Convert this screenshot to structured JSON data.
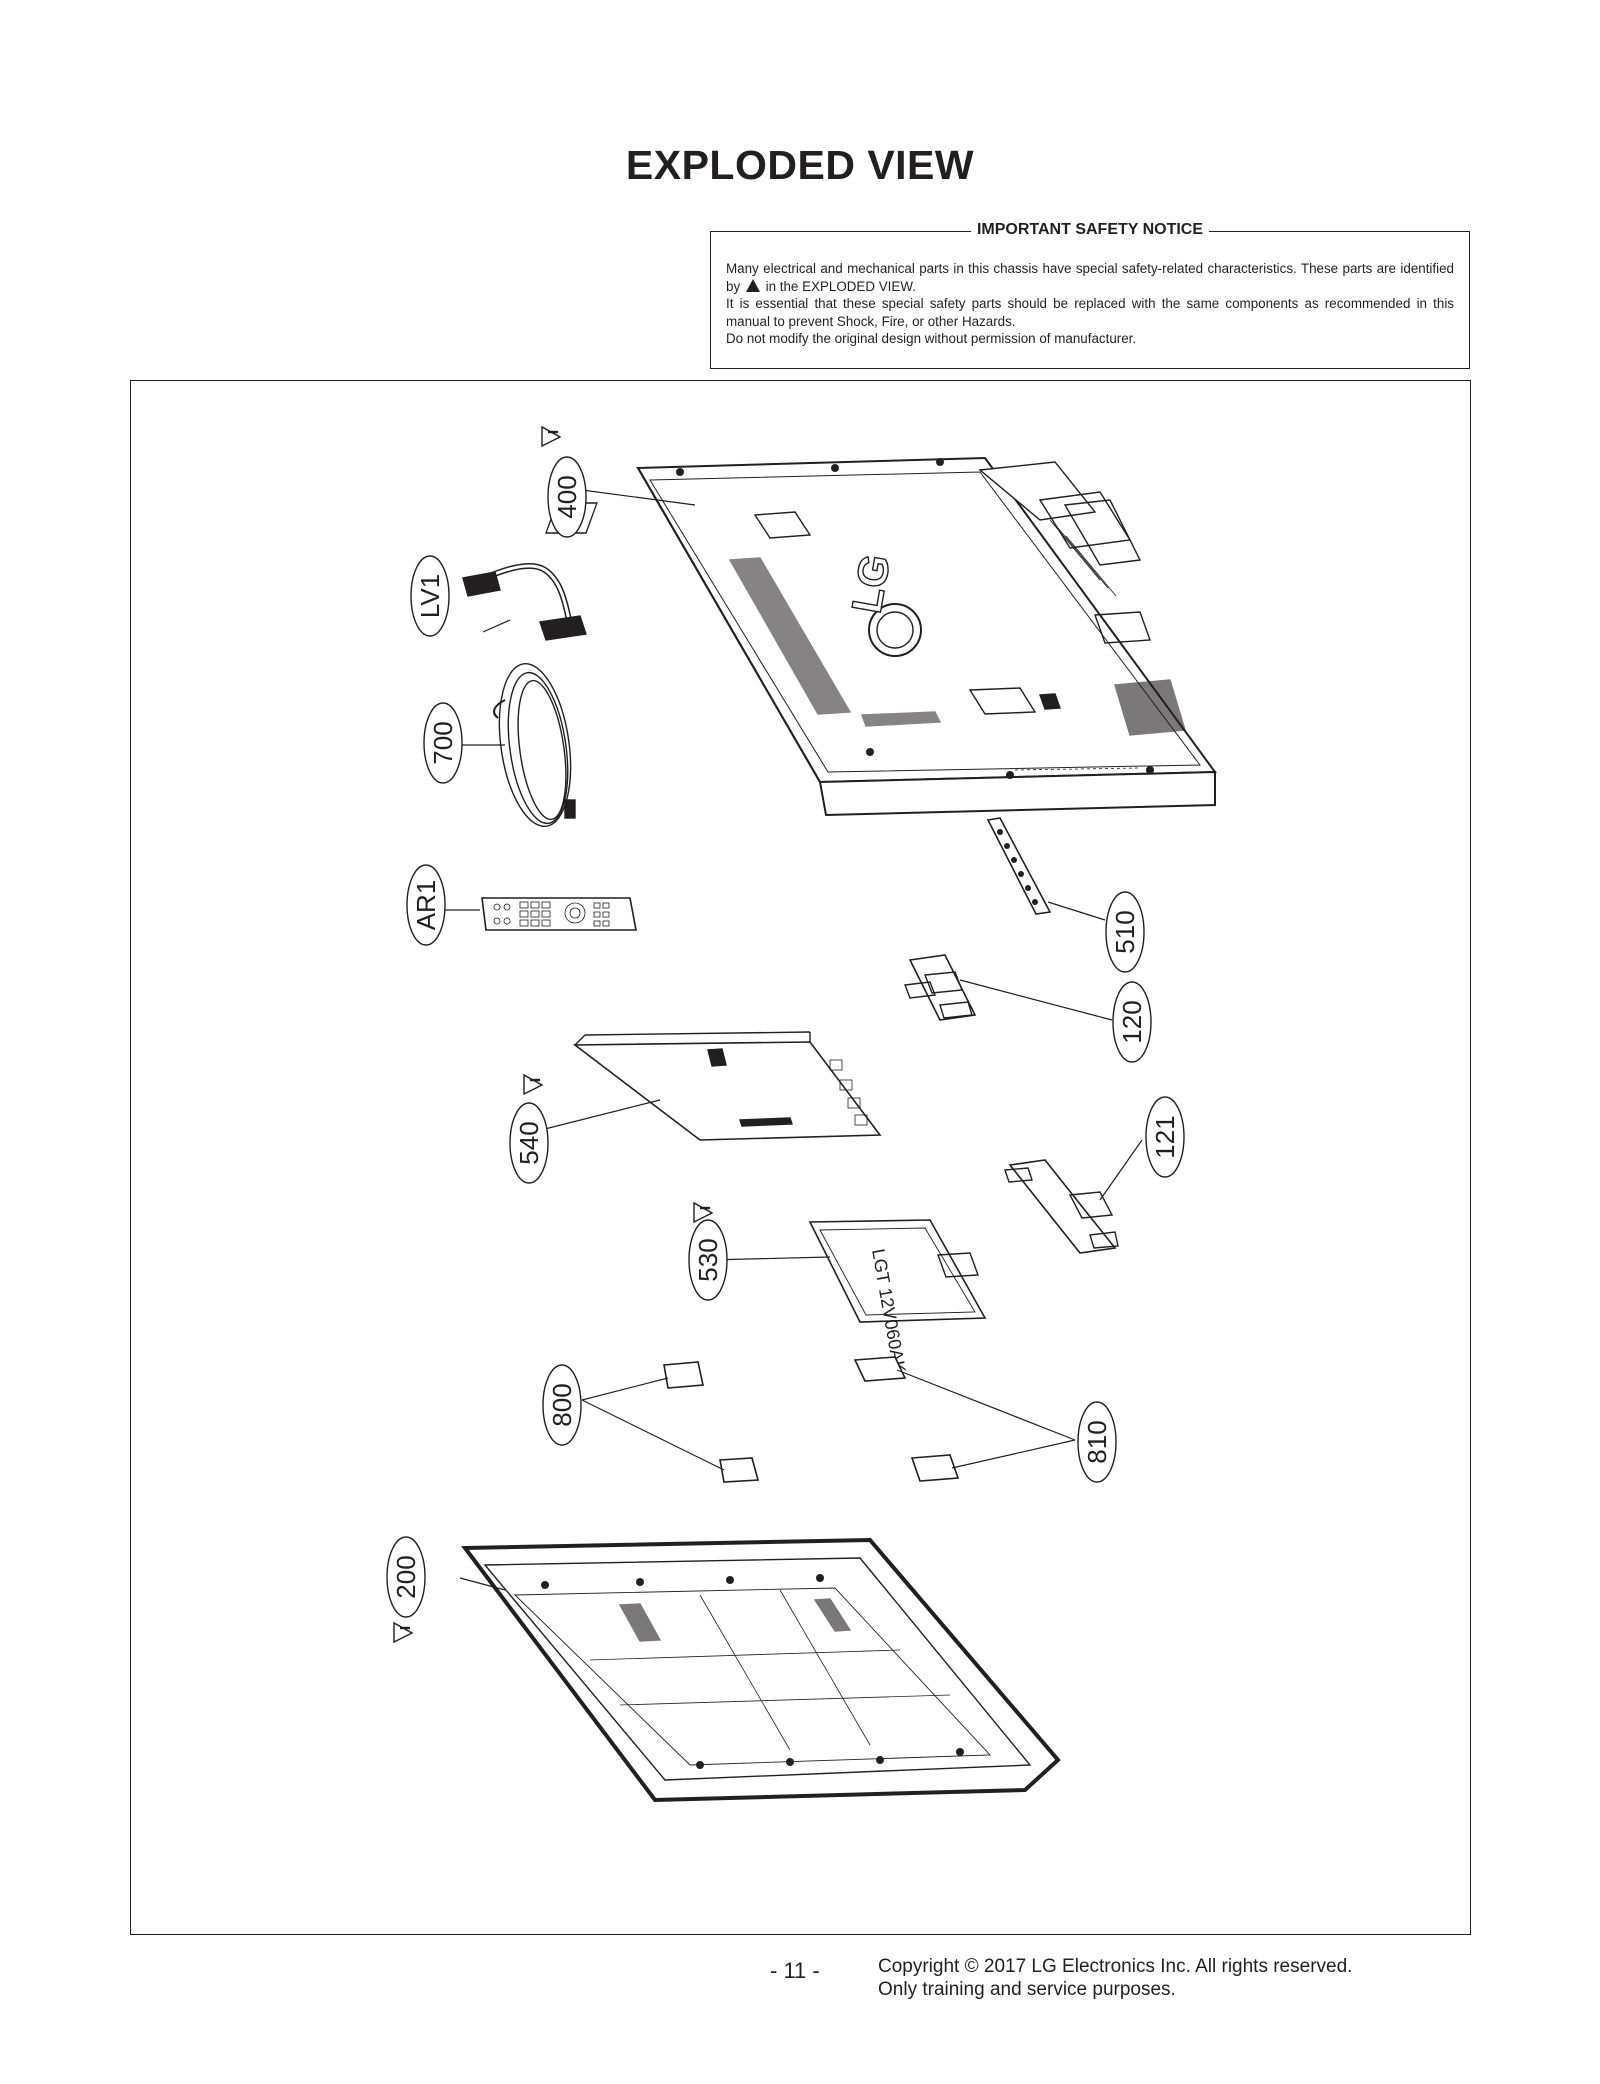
{
  "page_title": "EXPLODED VIEW",
  "notice": {
    "title": "IMPORTANT SAFETY NOTICE",
    "line1": "Many electrical and mechanical parts in this chassis have special safety-related characteristics. These parts are identified by",
    "line1b": "in the EXPLODED VIEW.",
    "line2": "It is essential that these special safety parts should be replaced with the same components as recommended in this manual to prevent Shock, Fire, or other Hazards.",
    "line3": "Do not modify the original design without permission of manufacturer."
  },
  "parts": [
    {
      "id": "400",
      "safety": true
    },
    {
      "id": "LV1",
      "safety": false
    },
    {
      "id": "700",
      "safety": false
    },
    {
      "id": "AR1",
      "safety": false
    },
    {
      "id": "510",
      "safety": false
    },
    {
      "id": "120",
      "safety": false
    },
    {
      "id": "540",
      "safety": true
    },
    {
      "id": "121",
      "safety": false
    },
    {
      "id": "530",
      "safety": true
    },
    {
      "id": "800",
      "safety": false
    },
    {
      "id": "810",
      "safety": false
    },
    {
      "id": "200",
      "safety": true
    }
  ],
  "markings": {
    "logo": "LG",
    "module_label": "LGT 12V060AK"
  },
  "footer": {
    "page": "- 11 -",
    "copyright": "Copyright © 2017 LG Electronics Inc. All rights reserved.",
    "purpose": "Only training and service purposes."
  }
}
